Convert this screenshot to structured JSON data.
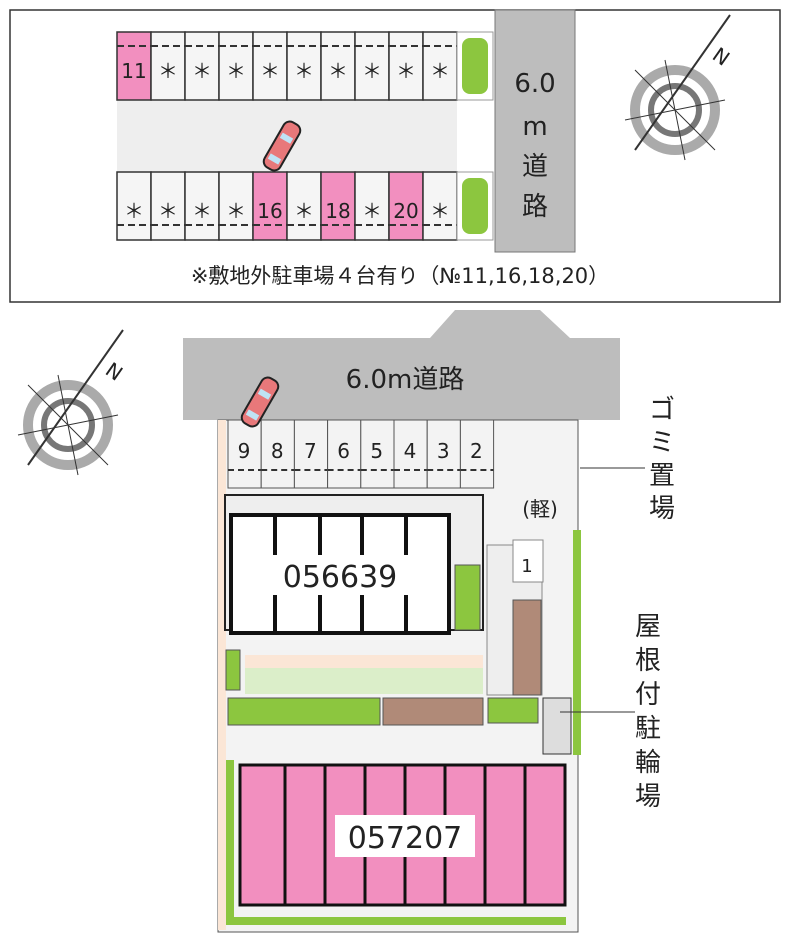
{
  "offsite": {
    "top_row": [
      "11",
      "＊",
      "＊",
      "＊",
      "＊",
      "＊",
      "＊",
      "＊",
      "＊",
      "＊"
    ],
    "bottom_row": [
      "＊",
      "＊",
      "＊",
      "＊",
      "16",
      "＊",
      "18",
      "＊",
      "20",
      "＊"
    ],
    "highlighted": [
      "11",
      "16",
      "18",
      "20"
    ],
    "road_label": [
      "6.0",
      "m",
      "道",
      "路"
    ],
    "note": "※敷地外駐車場４台有り（№11,16,18,20）"
  },
  "site": {
    "road_label": "6.0m道路",
    "stalls": [
      "9",
      "8",
      "7",
      "6",
      "5",
      "4",
      "3",
      "2"
    ],
    "kei_label": "(軽)",
    "kei_stall": "1",
    "building_1": "056639",
    "building_2": "057207",
    "garbage_label": [
      "ゴ",
      "ミ",
      "置",
      "場"
    ],
    "bike_label": [
      "屋",
      "根",
      "付",
      "駐",
      "輪",
      "場"
    ]
  },
  "colors": {
    "pink": "#f28fbf",
    "green": "#8cc63f",
    "road": "#bdbdbd",
    "brown": "#b08a78"
  }
}
